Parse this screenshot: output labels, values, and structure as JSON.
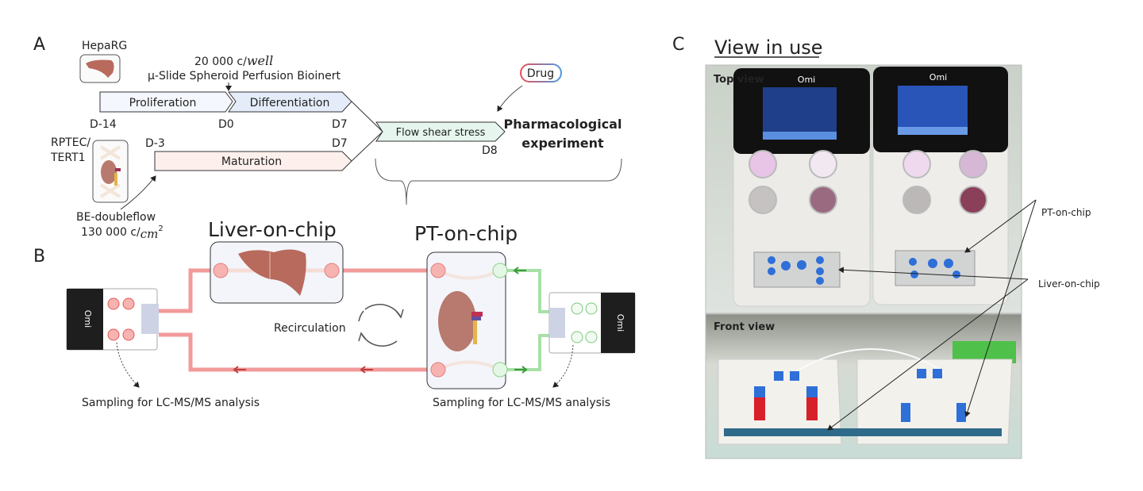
{
  "panel_a": {
    "label": "A",
    "hepatocyte_line": "HepaRG",
    "liver_seeding": "20 000 c/",
    "liver_seeding_unit": "well",
    "liver_device": "µ-Slide Spheroid Perfusion Bioinert",
    "phase_proliferation": "Proliferation",
    "phase_differentiation": "Differentiation",
    "day_d14": "D-14",
    "day_d0": "D0",
    "day_d7_top": "D7",
    "kidney_line_1": "RPTEC/",
    "kidney_line_2": "TERT1",
    "day_d3": "D-3",
    "day_d7_bottom": "D7",
    "phase_maturation": "Maturation",
    "phase_flow": "Flow shear stress",
    "day_d8": "D8",
    "drug": "Drug",
    "experiment_1": "Pharmacological",
    "experiment_2": "experiment",
    "kidney_device": "BE-doubleflow",
    "kidney_seeding": "130 000 c/",
    "kidney_seeding_unit": "cm",
    "kidney_seeding_exp": "2"
  },
  "panel_b": {
    "label": "B",
    "liver_chip": "Liver-on-chip",
    "pt_chip": "PT-on-chip",
    "recirculation": "Recirculation",
    "sampling_left": "Sampling for LC-MS/MS analysis",
    "sampling_right": "Sampling for LC-MS/MS analysis",
    "device_brand_left": "Omi",
    "device_brand_right": "Omi"
  },
  "panel_c": {
    "label": "C",
    "title": "View in use",
    "top_view": "Top view",
    "front_view": "Front view",
    "callout_pt": "PT-on-chip",
    "callout_liver": "Liver-on-chip",
    "device_brand_1": "Omi",
    "device_brand_2": "Omi"
  },
  "colors": {
    "liver_tube": "#f29a9a",
    "kidney_tube": "#a8e0a8",
    "differentiation_fill": "#e3ecf8",
    "maturation_fill": "#fdf0ec",
    "flow_fill": "#e6f6ee",
    "organ_liver": "#b86a5c",
    "organ_kidney": "#b87a6e"
  }
}
